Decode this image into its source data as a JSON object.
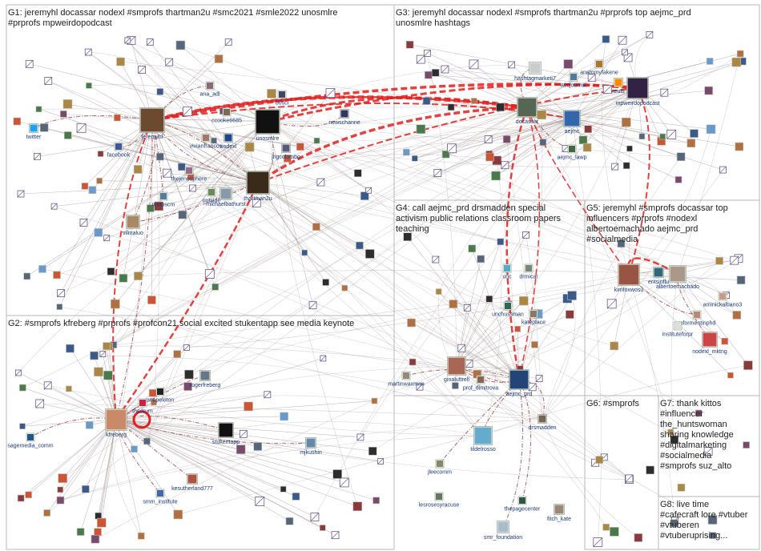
{
  "groups": [
    {
      "id": "G1",
      "lines": [
        "G1: jeremyhl docassar nodexl #smprofs thartman2u #smc2021 #smle2022 unosmlre",
        "#prprofs mpweirdopodcast"
      ]
    },
    {
      "id": "G3",
      "lines": [
        "G3: jeremyhl docassar nodexl #smprofs thartman2u #prprofs top aejmc_prd",
        "unosmlre hashtags"
      ]
    },
    {
      "id": "G4",
      "lines": [
        "G4: call aejmc_prd drsmadden special",
        "activism public relations classroom papers",
        "teaching"
      ]
    },
    {
      "id": "G5",
      "lines": [
        "G5: jeremyhl #smprofs docassar top",
        "influencers #prprofs #nodexl",
        "albertoemachado aejmc_prd",
        "#socialmedia"
      ]
    },
    {
      "id": "G2",
      "lines": [
        "G2: #smprofs kfreberg #prprofs #profcon21 social excited stukentapp see media keynote"
      ]
    },
    {
      "id": "G6",
      "lines": [
        "G6: #smprofs"
      ]
    },
    {
      "id": "G7",
      "lines": [
        "G7: thank kittos",
        "#influencer",
        "the_huntswoman",
        "sharing knowledge",
        "#digitalmarketing",
        "#socialmedia",
        "#smprofs suz_alto"
      ]
    },
    {
      "id": "G8",
      "lines": [
        "G8: live time",
        "#cafecraft lore #vtuber",
        "#vtuberen",
        "#vtuberuprising..."
      ]
    }
  ],
  "nodes": [
    {
      "id": "jeremyhl",
      "label": "jeremyhl",
      "color": "#6b4a2f"
    },
    {
      "id": "twitter",
      "label": "twitter",
      "color": "#1da1f2"
    },
    {
      "id": "facebook",
      "label": "facebook",
      "color": "#3b5998"
    },
    {
      "id": "ana_adi",
      "label": "ana_adi",
      "color": "#8a6a7a"
    },
    {
      "id": "b0sci",
      "label": "b0sci",
      "color": "#444466"
    },
    {
      "id": "ccooke6685",
      "label": "ccooke6685",
      "color": "#7a6a5a"
    },
    {
      "id": "unosmlre",
      "label": "unosmlre",
      "color": "#111111"
    },
    {
      "id": "newschanne",
      "label": "newschanne",
      "color": "#333366"
    },
    {
      "id": "vivianfrancos",
      "label": "vivianfrancos",
      "color": "#a07a6a"
    },
    {
      "id": "nodexl",
      "label": "nodexl",
      "color": "#224488"
    },
    {
      "id": "jngcolombo",
      "label": "jngcolombo",
      "color": "#5a5a7a"
    },
    {
      "id": "thejenosphere",
      "label": "thejenosphere",
      "color": "#9a6a8a"
    },
    {
      "id": "metoscm",
      "label": "metoscm",
      "color": "#5a7a9a"
    },
    {
      "id": "outside",
      "label": "outside",
      "color": "#6a8a5a"
    },
    {
      "id": "michaelbathurst",
      "label": "michaelbathurst",
      "color": "#8899aa"
    },
    {
      "id": "thartman2u",
      "label": "thartman2u",
      "color": "#3a2a1a"
    },
    {
      "id": "vilmaluo",
      "label": "vilmaluo",
      "color": "#aa8866"
    },
    {
      "id": "hashtagmarketi7",
      "label": "hashtagmarketi7",
      "color": "#cccccc"
    },
    {
      "id": "anatomyfakene",
      "label": "anatomyfakene",
      "color": "#aa7733"
    },
    {
      "id": "accjournal",
      "label": "accjournal",
      "color": "#557799"
    },
    {
      "id": "reuts",
      "label": "reuts",
      "color": "#ff8800"
    },
    {
      "id": "mpweirdopodcast",
      "label": "mpweirdopodcast",
      "color": "#332244"
    },
    {
      "id": "docassar",
      "label": "docassar",
      "color": "#556655"
    },
    {
      "id": "aejmc",
      "label": "aejmc",
      "color": "#3366aa"
    },
    {
      "id": "aejmc_lawp",
      "label": "aejmc_lawp",
      "color": "#446644"
    },
    {
      "id": "kimfoxwosu",
      "label": "kimfoxwosu",
      "color": "#995544"
    },
    {
      "id": "entsinflu",
      "label": "entsinflu",
      "color": "#336677"
    },
    {
      "id": "albertoemachado",
      "label": "albertoemachado",
      "color": "#aa9988"
    },
    {
      "id": "aminickalbano3",
      "label": "aminickalbano3",
      "color": "#cc9988"
    },
    {
      "id": "mformentinphd",
      "label": "mformentinphd",
      "color": "#bb8877"
    },
    {
      "id": "instituteforpr",
      "label": "instituteforpr",
      "color": "#dddddd"
    },
    {
      "id": "nodexl_mktng",
      "label": "nodexl_mktng",
      "color": "#cc4444"
    },
    {
      "id": "unc",
      "label": "unc",
      "color": "#55aacc"
    },
    {
      "id": "drmicar",
      "label": "drmicar",
      "color": "#778877"
    },
    {
      "id": "unchussman",
      "label": "unchussman",
      "color": "#336655"
    },
    {
      "id": "kateplace",
      "label": "kateplace",
      "color": "#887766"
    },
    {
      "id": "martinwaxman",
      "label": "martinwaxman",
      "color": "#998877"
    },
    {
      "id": "ginaluttrell",
      "label": "ginaluttrell",
      "color": "#aa6655"
    },
    {
      "id": "prof_dimitrova",
      "label": "prof_dimitrova",
      "color": "#886655"
    },
    {
      "id": "aejmc_prd",
      "label": "aejmc_prd",
      "color": "#224477"
    },
    {
      "id": "drsmadden",
      "label": "drsmadden",
      "color": "#776655"
    },
    {
      "id": "tildelrosso",
      "label": "tildelrosso",
      "color": "#66aacc"
    },
    {
      "id": "jleecomm",
      "label": "jleecomm",
      "color": "#888866"
    },
    {
      "id": "lesrosesyracuse",
      "label": "lesrosesyracuse",
      "color": "#667766"
    },
    {
      "id": "thepagecenter",
      "label": "thepagecenter",
      "color": "#335544"
    },
    {
      "id": "smr_foundation",
      "label": "smr_foundation",
      "color": "#aabbcc"
    },
    {
      "id": "fitch_kate",
      "label": "fitch_kate",
      "color": "#998877"
    },
    {
      "id": "kfreberg",
      "label": "kfreberg",
      "color": "#c98a6a"
    },
    {
      "id": "onepeloton",
      "label": "onepeloton",
      "color": "#222222"
    },
    {
      "id": "rogerfreberg",
      "label": "rogerfreberg",
      "color": "#667788"
    },
    {
      "id": "thedrum",
      "label": "thedrum",
      "color": "#cc2244"
    },
    {
      "id": "stukentapp",
      "label": "stukentapp",
      "color": "#111111"
    },
    {
      "id": "mjkushin",
      "label": "mjkushin",
      "color": "#6688aa"
    },
    {
      "id": "sagemedia_comm",
      "label": "sagemedia_comm",
      "color": "#225588"
    },
    {
      "id": "kesutherland777",
      "label": "kesutherland777",
      "color": "#aa5544"
    },
    {
      "id": "smm_institute",
      "label": "smm_institute",
      "color": "#4466aa"
    }
  ]
}
